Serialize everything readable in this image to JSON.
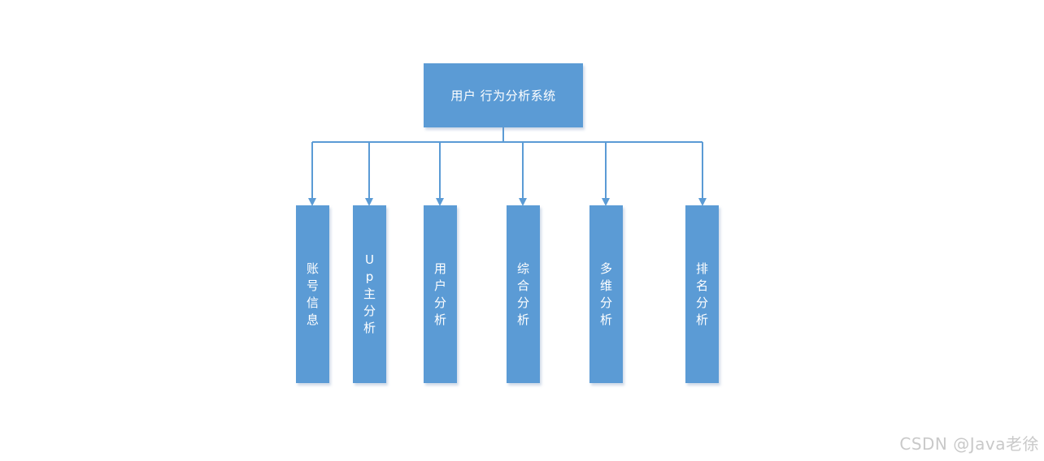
{
  "diagram": {
    "root": {
      "label": "用户 行为分析系统"
    },
    "children": [
      {
        "label": "账号信息"
      },
      {
        "label": "Up主分析"
      },
      {
        "label": "用户分析"
      },
      {
        "label": "综合分析"
      },
      {
        "label": "多维分析"
      },
      {
        "label": "排名分析"
      }
    ],
    "colors": {
      "node_fill": "#5b9bd5",
      "connector": "#5b9bd5",
      "node_text": "#ffffff"
    }
  },
  "watermark": {
    "text": "CSDN @Java老徐"
  }
}
